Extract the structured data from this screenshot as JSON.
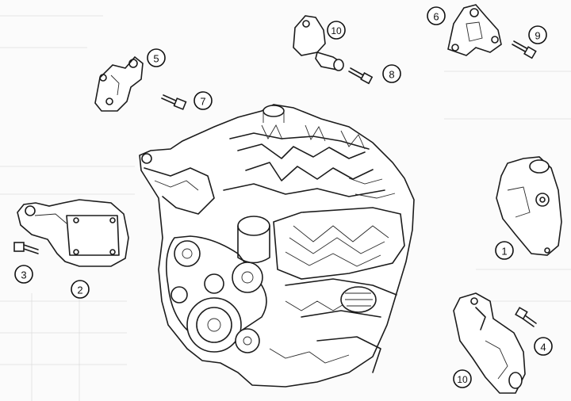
{
  "callouts": [
    {
      "id": "c1",
      "label": "1"
    },
    {
      "id": "c2",
      "label": "2"
    },
    {
      "id": "c3",
      "label": "3"
    },
    {
      "id": "c4",
      "label": "4"
    },
    {
      "id": "c5",
      "label": "5"
    },
    {
      "id": "c6",
      "label": "6"
    },
    {
      "id": "c7",
      "label": "7"
    },
    {
      "id": "c8",
      "label": "8"
    },
    {
      "id": "c9",
      "label": "9"
    },
    {
      "id": "c10a",
      "label": "10"
    },
    {
      "id": "c10b",
      "label": "10"
    }
  ],
  "colors": {
    "line": "#1c1c1c",
    "background": "#fbfbfb",
    "faint_grid": "#dcdcdc"
  }
}
